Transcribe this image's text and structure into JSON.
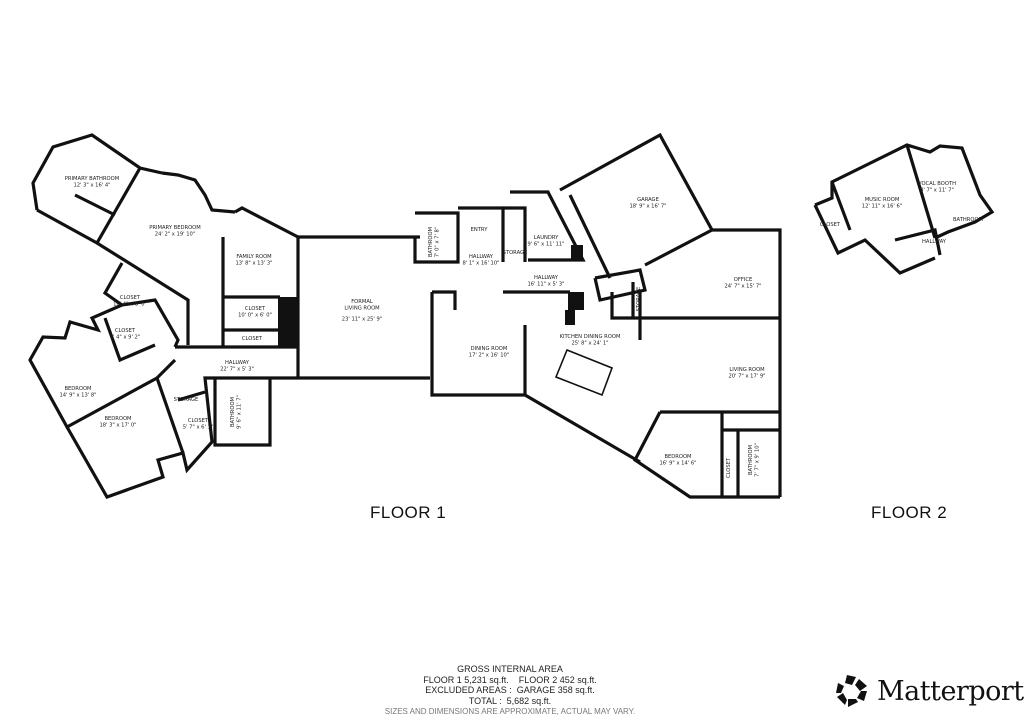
{
  "floors": [
    {
      "label": "FLOOR 1"
    },
    {
      "label": "FLOOR 2"
    }
  ],
  "rooms": [
    {
      "name": "PRIMARY BATHROOM",
      "dims": "12' 3\" x 16' 4\""
    },
    {
      "name": "PRIMARY BEDROOM",
      "dims": "24' 2\" x 19' 10\""
    },
    {
      "name": "FAMILY ROOM",
      "dims": "13' 8\" x 13' 3\""
    },
    {
      "name": "CLOSET",
      "dims": "16' 4\" x 8' 0\""
    },
    {
      "name": "CLOSET",
      "dims": "10' 0\" x 6' 0\""
    },
    {
      "name": "CLOSET",
      "dims": ""
    },
    {
      "name": "CLOSET",
      "dims": "7' 4\" x 9' 2\""
    },
    {
      "name": "HALLWAY",
      "dims": "22' 7\" x 5' 3\""
    },
    {
      "name": "BEDROOM",
      "dims": "14' 9\" x 13' 8\""
    },
    {
      "name": "BEDROOM",
      "dims": "18' 3\" x 17' 0\""
    },
    {
      "name": "STORAGE",
      "dims": ""
    },
    {
      "name": "CLOSET",
      "dims": "5' 7\" x 6' 1\""
    },
    {
      "name": "BATHROOM",
      "dims": "9' 6\" x 11' 7\""
    },
    {
      "name": "FORMAL",
      "dims": "LIVING ROOM"
    },
    {
      "name": "",
      "dims": "23' 11\" x 25' 9\""
    },
    {
      "name": "BATHROOM",
      "dims": "7' 0\" x 7' 8\""
    },
    {
      "name": "ENTRY",
      "dims": ""
    },
    {
      "name": "HALLWAY",
      "dims": "8' 1\" x 16' 10\""
    },
    {
      "name": "STORAGE",
      "dims": ""
    },
    {
      "name": "LAUNDRY",
      "dims": "9' 6\" x 11' 11\""
    },
    {
      "name": "HALLWAY",
      "dims": "16' 11\" x 5' 3\""
    },
    {
      "name": "DINING ROOM",
      "dims": "17' 2\" x 16' 10\""
    },
    {
      "name": "KITCHEN DINING ROOM",
      "dims": "25' 8\" x 24' 1\""
    },
    {
      "name": "GARAGE",
      "dims": "18' 9\" x 16' 7\""
    },
    {
      "name": "STORAGE",
      "dims": ""
    },
    {
      "name": "OFFICE",
      "dims": "24' 7\" x 15' 7\""
    },
    {
      "name": "LIVING ROOM",
      "dims": "20' 7\" x 17' 9\""
    },
    {
      "name": "BEDROOM",
      "dims": "16' 9\" x 14' 6\""
    },
    {
      "name": "CLOSET",
      "dims": ""
    },
    {
      "name": "BATHROOM",
      "dims": "7' 7\" x 9' 10\""
    },
    {
      "name": "MUSIC ROOM",
      "dims": "12' 11\" x 16' 6\""
    },
    {
      "name": "VOCAL BOOTH",
      "dims": "8' 7\" x 11' 7\""
    },
    {
      "name": "HALLWAY",
      "dims": ""
    },
    {
      "name": "CLOSET",
      "dims": ""
    },
    {
      "name": "BATHROOM",
      "dims": ""
    }
  ],
  "summary": {
    "title": "GROSS INTERNAL AREA",
    "floor_areas": "FLOOR 1 5,231 sq.ft.    FLOOR 2 452 sq.ft.",
    "excluded": "EXCLUDED AREAS :  GARAGE 358 sq.ft.",
    "total": "TOTAL :  5,682 sq.ft.",
    "note": "SIZES AND DIMENSIONS ARE APPROXIMATE, ACTUAL MAY VARY."
  },
  "brand": {
    "name": "Matterport",
    "mark": "®",
    "logo_icon": "matterport-logo-icon"
  }
}
